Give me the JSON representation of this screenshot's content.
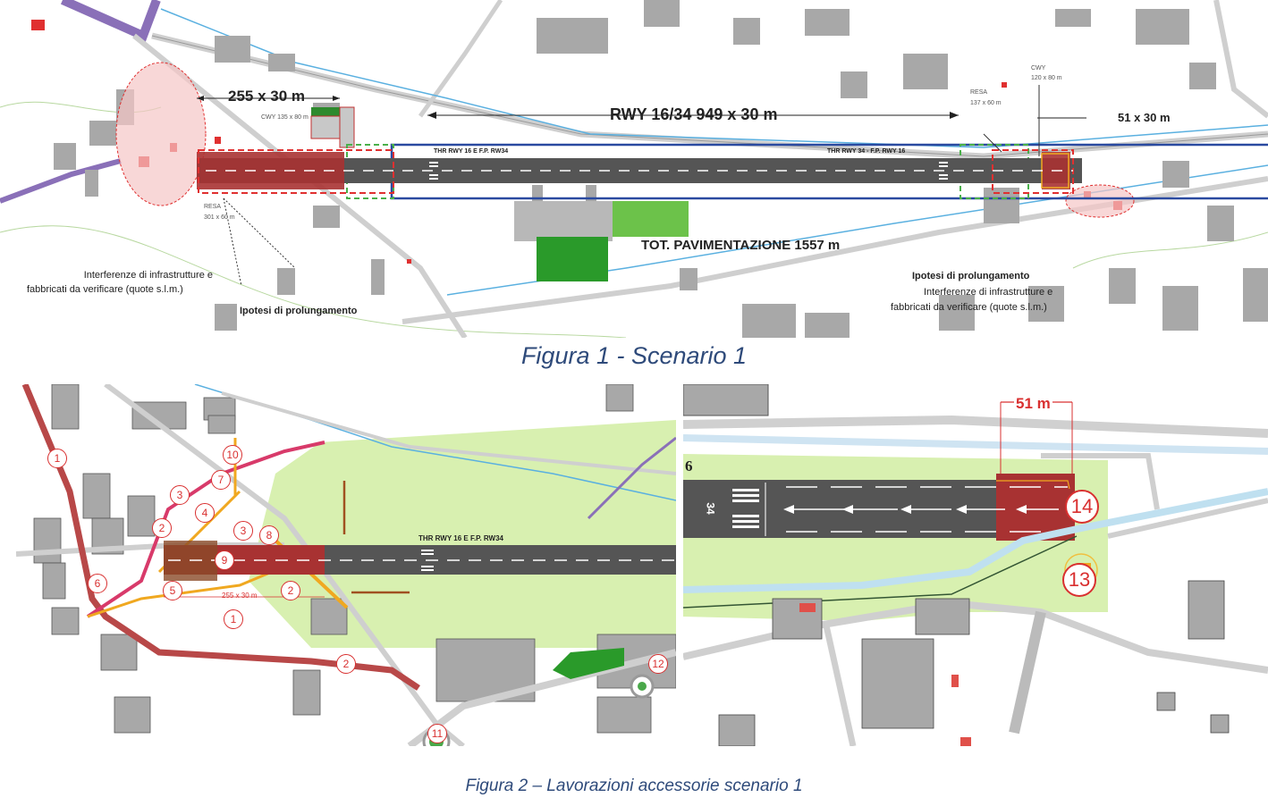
{
  "figure1": {
    "caption": "Figura 1 - Scenario 1",
    "labels": {
      "runway_total": "RWY 16/34 949 x 30 m",
      "extension_west": "255 x 30 m",
      "cwy_west": "CWY 135 x 80 m",
      "resa_west_title": "RESA",
      "resa_west_size": "301 x 60 m",
      "thr_16": "THR RWY 16 E F.P. RW34",
      "thr_34": "THR RWY 34 - F.P. RWY 16",
      "resa_east_title": "RESA",
      "resa_east_size": "137 x 60 m",
      "cwy_east_title": "CWY",
      "cwy_east_size": "120 x 80 m",
      "extension_east": "51 x 30 m",
      "total_pavement": "TOT. PAVIMENTAZIONE 1557 m",
      "interference_west_line1": "Interferenze di infrastrutture e",
      "interference_west_line2": "fabbricati da verificare (quote s.l.m.)",
      "hypothesis_west": "Ipotesi di prolungamento",
      "hypothesis_east": "Ipotesi di prolungamento",
      "interference_east_line1": "Interferenze di infrastrutture e",
      "interference_east_line2": "fabbricati da verificare (quote s.l.m.)"
    }
  },
  "figure2": {
    "caption": "Figura 2 – Lavorazioni accessorie scenario 1",
    "left_panel": {
      "thr_label": "THR RWY 16 E F.P. RW34",
      "extension_label": "255 x 30 m",
      "markers": [
        "1",
        "1",
        "2",
        "2",
        "2",
        "3",
        "3",
        "4",
        "5",
        "6",
        "7",
        "8",
        "9",
        "10",
        "11",
        "12"
      ]
    },
    "right_panel": {
      "dimension_label": "51 m",
      "runway_number": "6",
      "threshold_marking": "34",
      "markers": [
        "13",
        "14"
      ]
    }
  },
  "colors": {
    "runway": "#555555",
    "extension_red": "#a83232",
    "grass": "#d8f0b0",
    "building": "#a8a8a8",
    "road_red": "#c0454f",
    "road_magenta": "#d83a6a",
    "road_orange": "#f0a820",
    "water": "#5ab0e0",
    "purple_road": "#8a70b8",
    "boundary_green": "#2bb58a",
    "caption_blue": "#2e4a7a"
  }
}
